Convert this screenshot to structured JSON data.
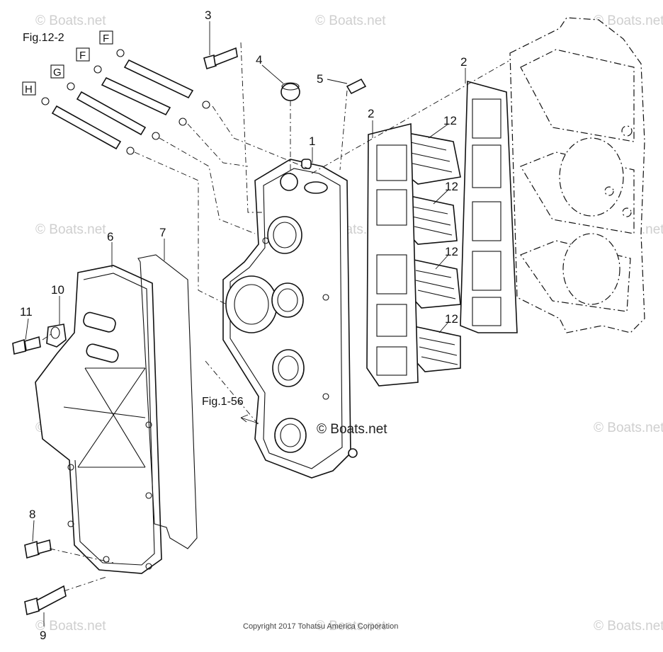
{
  "figure_refs": {
    "fig_12_2": "Fig.12-2",
    "fig_1_56": "Fig.1-56"
  },
  "hose_box_labels": [
    "F",
    "F",
    "G",
    "H"
  ],
  "callouts": [
    "1",
    "2",
    "2",
    "3",
    "4",
    "5",
    "6",
    "7",
    "8",
    "9",
    "10",
    "11",
    "12",
    "12",
    "12",
    "12"
  ],
  "watermark": "© Boats.net",
  "copyright": "Copyright 2017 Tohatsu America Corporation"
}
